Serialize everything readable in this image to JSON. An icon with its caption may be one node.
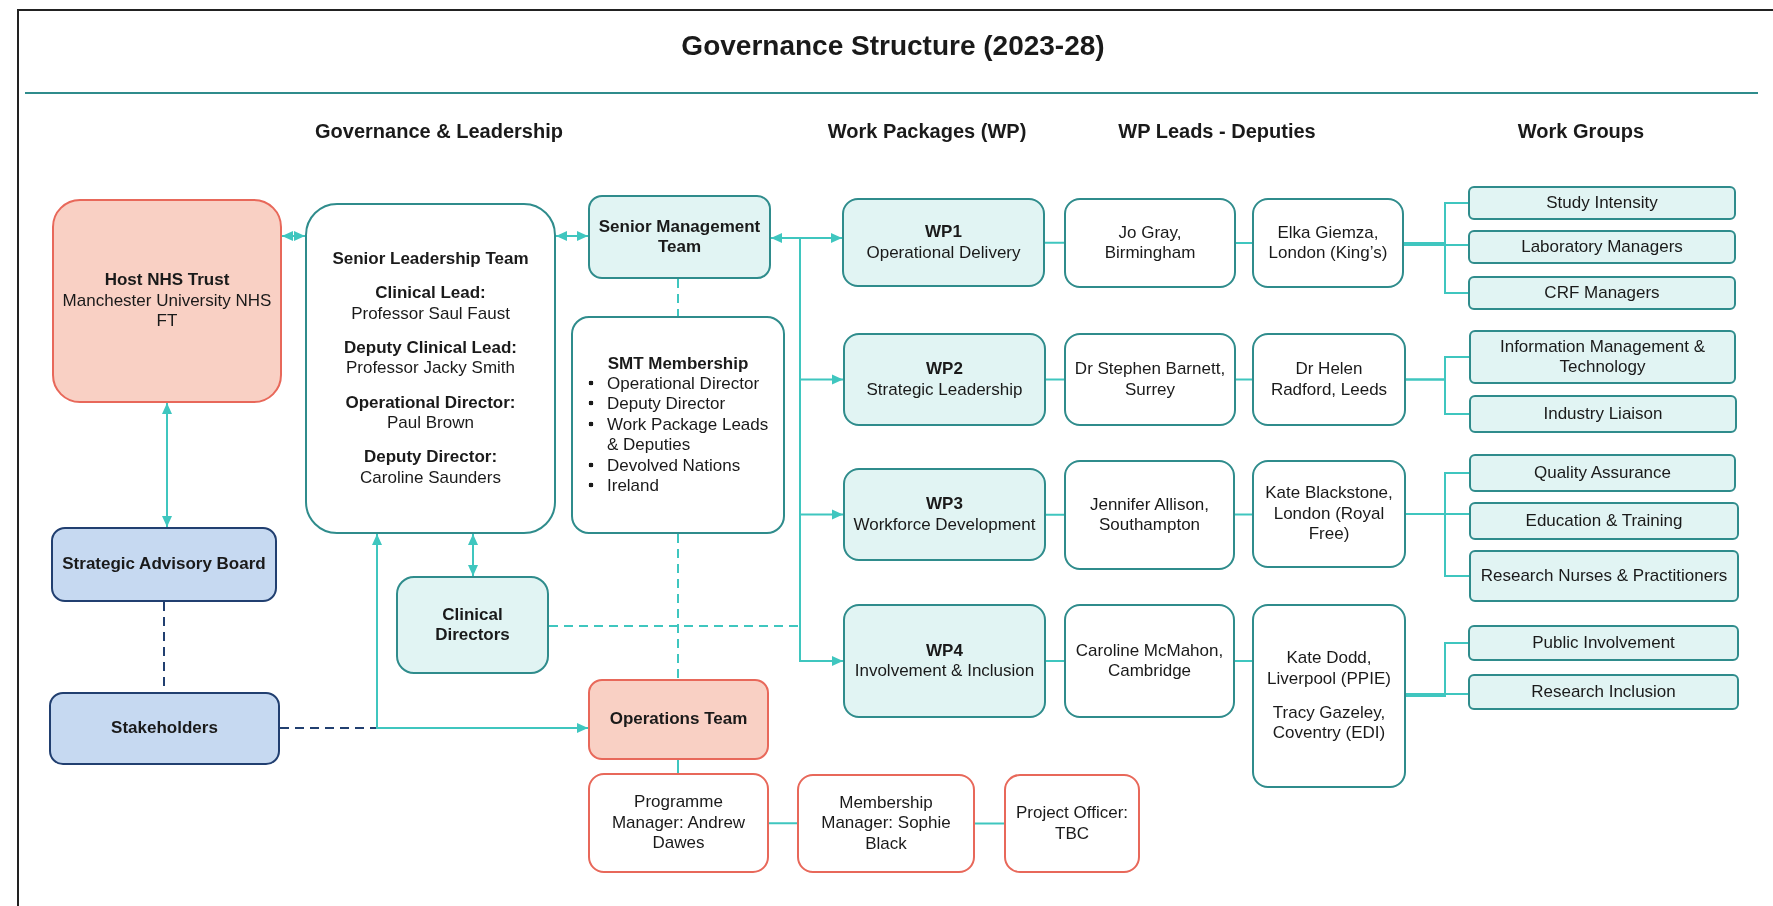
{
  "diagram": {
    "title": "Governance Structure (2023-28)",
    "nodes": [
      {
        "text": [
          "Host NHS Trust",
          "Manchester University NHS FT"
        ]
      },
      {
        "text": [
          "Senior Leadership Team",
          "Clinical Lead:",
          "Professor Saul Faust",
          "Deputy Clinical Lead:",
          "Professor Jacky Smith",
          "Operational Director:",
          "Paul Brown",
          "Deputy Director:",
          "Caroline Saunders"
        ]
      },
      {
        "text": [
          "Senior Management Team"
        ]
      },
      {
        "text": [
          "SMT Membership",
          "Operational Director",
          "Deputy Director",
          "Work Package Leads & Deputies",
          "Devolved Nations",
          "Ireland"
        ]
      },
      {
        "text": [
          "Strategic Advisory Board"
        ]
      },
      {
        "text": [
          "Clinical Directors"
        ]
      },
      {
        "text": [
          "Stakeholders"
        ]
      },
      {
        "text": [
          "Operations Team"
        ]
      },
      {
        "text": [
          "Programme Manager: Andrew Dawes"
        ]
      },
      {
        "text": [
          "Membership Manager: Sophie Black"
        ]
      },
      {
        "text": [
          "Project Officer: TBC"
        ]
      },
      {
        "text": [
          "WP1",
          "Operational Delivery"
        ]
      },
      {
        "text": [
          "Jo Gray, Birmingham"
        ]
      },
      {
        "text": [
          "Elka Giemza, London (King’s)"
        ]
      },
      {
        "text": [
          "Study Intensity"
        ]
      },
      {
        "text": [
          "Laboratory Managers"
        ]
      },
      {
        "text": [
          "CRF Managers"
        ]
      },
      {
        "text": [
          "WP2",
          "Strategic Leadership"
        ]
      },
      {
        "text": [
          "Dr Stephen Barnett, Surrey"
        ]
      },
      {
        "text": [
          "Dr Helen Radford, Leeds"
        ]
      },
      {
        "text": [
          "Information Management & Technology"
        ]
      },
      {
        "text": [
          "Industry Liaison"
        ]
      },
      {
        "text": [
          "WP3",
          "Workforce Development"
        ]
      },
      {
        "text": [
          "Jennifer Allison, Southampton"
        ]
      },
      {
        "text": [
          "Kate Blackstone, London (Royal Free)"
        ]
      },
      {
        "text": [
          "Quality Assurance"
        ]
      },
      {
        "text": [
          "Education & Training"
        ]
      },
      {
        "text": [
          "Research Nurses & Practitioners"
        ]
      },
      {
        "text": [
          "WP4",
          "Involvement & Inclusion"
        ]
      },
      {
        "text": [
          "Caroline McMahon, Cambridge"
        ]
      },
      {
        "text": [
          "Kate Dodd, Liverpool (PPIE)",
          "Tracy Gazeley, Coventry (EDI)"
        ]
      },
      {
        "text": [
          "Public Involvement"
        ]
      },
      {
        "text": [
          "Research Inclusion"
        ]
      }
    ],
    "edges": [
      {
        "from": 0,
        "to": 1,
        "arrow": "both"
      },
      {
        "from": 1,
        "to": 2,
        "arrow": "both"
      },
      {
        "from": 2,
        "to": 11,
        "arrow": "both"
      },
      {
        "from": 2,
        "to": 17,
        "arrow": "to"
      },
      {
        "from": 2,
        "to": 22,
        "arrow": "to"
      },
      {
        "from": 2,
        "to": 28,
        "arrow": "to"
      },
      {
        "from": 0,
        "to": 4,
        "arrow": "both"
      },
      {
        "from": 4,
        "to": 6,
        "arrow": "none",
        "style": "dashed",
        "color": "#213f70"
      },
      {
        "from": 6,
        "to": 7,
        "arrow": "none",
        "style": "dashed",
        "color": "#213f70"
      },
      {
        "from": 1,
        "to": 7,
        "arrow": "both"
      },
      {
        "from": 1,
        "to": 5,
        "arrow": "both"
      },
      {
        "from": 5,
        "to": 2,
        "arrow": "none",
        "style": "dashed"
      },
      {
        "from": 2,
        "to": 3,
        "arrow": "none",
        "style": "dashed"
      },
      {
        "from": 3,
        "to": 7,
        "arrow": "none",
        "style": "dashed"
      },
      {
        "from": 7,
        "to": 8,
        "arrow": "none"
      },
      {
        "from": 8,
        "to": 9,
        "arrow": "none"
      },
      {
        "from": 9,
        "to": 10,
        "arrow": "none"
      },
      {
        "from": 11,
        "to": 12,
        "arrow": "none"
      },
      {
        "from": 12,
        "to": 13,
        "arrow": "none"
      },
      {
        "from": 13,
        "to": 14,
        "arrow": "none"
      },
      {
        "from": 13,
        "to": 15,
        "arrow": "none"
      },
      {
        "from": 13,
        "to": 16,
        "arrow": "none"
      },
      {
        "from": 17,
        "to": 18,
        "arrow": "none"
      },
      {
        "from": 18,
        "to": 19,
        "arrow": "none"
      },
      {
        "from": 19,
        "to": 20,
        "arrow": "none"
      },
      {
        "from": 19,
        "to": 21,
        "arrow": "none"
      },
      {
        "from": 22,
        "to": 23,
        "arrow": "none"
      },
      {
        "from": 23,
        "to": 24,
        "arrow": "none"
      },
      {
        "from": 24,
        "to": 25,
        "arrow": "none"
      },
      {
        "from": 24,
        "to": 26,
        "arrow": "none"
      },
      {
        "from": 24,
        "to": 27,
        "arrow": "none"
      },
      {
        "from": 28,
        "to": 29,
        "arrow": "none"
      },
      {
        "from": 29,
        "to": 30,
        "arrow": "none"
      },
      {
        "from": 30,
        "to": 31,
        "arrow": "none"
      },
      {
        "from": 30,
        "to": 32,
        "arrow": "none"
      }
    ],
    "labels": [
      "Governance & Leadership",
      "Work Packages (WP)",
      "WP Leads - Deputies",
      "Work Groups"
    ]
  }
}
